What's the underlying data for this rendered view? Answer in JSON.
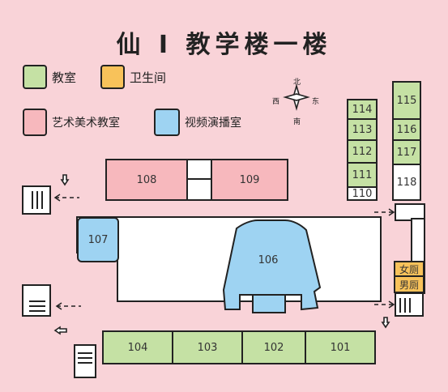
{
  "title": "仙 I 教学楼一楼",
  "legend": [
    {
      "label": "教室",
      "color": "#c5e1a4"
    },
    {
      "label": "卫生间",
      "color": "#f8c25a"
    },
    {
      "label": "艺术美术教室",
      "color": "#f7b8bd"
    },
    {
      "label": "视频演播室",
      "color": "#9ed3f2"
    }
  ],
  "compass": {
    "north": "北",
    "south": "南",
    "east": "东",
    "west": "西"
  },
  "rooms": {
    "r101": "101",
    "r102": "102",
    "r103": "103",
    "r104": "104",
    "r106": "106",
    "r107": "107",
    "r108": "108",
    "r109": "109",
    "r110": "110",
    "r111": "111",
    "r112": "112",
    "r113": "113",
    "r114": "114",
    "r115": "115",
    "r116": "116",
    "r117": "117",
    "r118": "118"
  },
  "restrooms": {
    "female": "女厕",
    "male": "男厕"
  }
}
